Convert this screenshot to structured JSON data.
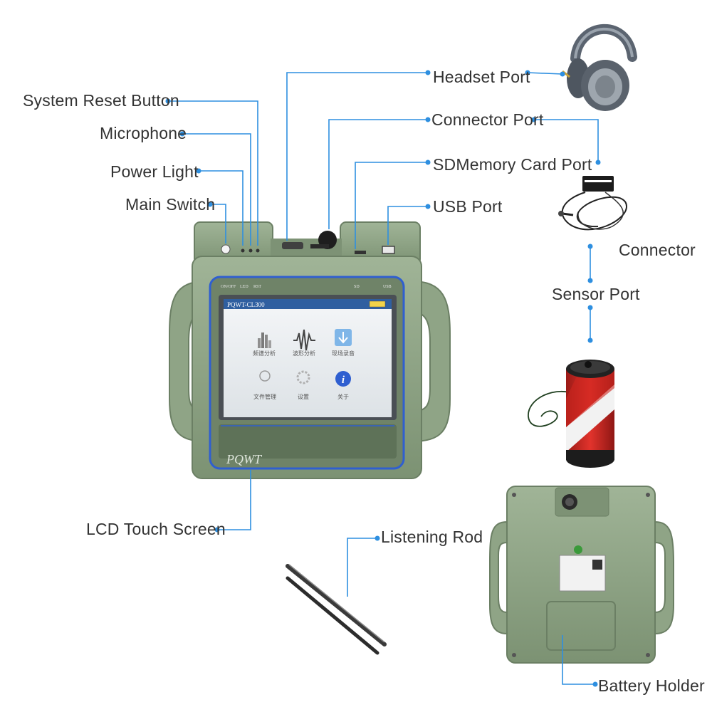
{
  "device": {
    "brand_text": "PQWT",
    "screen_title": "PQWT-CL300",
    "panel_labels": {
      "on_off": "ON/OFF",
      "led": "LED",
      "rst": "RST",
      "sd": "SD",
      "usb": "USB"
    },
    "app_icons": [
      {
        "icon": "spectrum-bars-icon",
        "label": "频谱分析"
      },
      {
        "icon": "waveform-icon",
        "label": "波形分析"
      },
      {
        "icon": "record-icon",
        "label": "现场录音"
      },
      {
        "icon": "file-icon",
        "label": "文件管理"
      },
      {
        "icon": "gear-icon",
        "label": "设置"
      },
      {
        "icon": "info-icon",
        "label": "关于"
      }
    ]
  },
  "callouts": {
    "system_reset_button": "System Reset Button",
    "microphone": "Microphone",
    "power_light": "Power Light",
    "main_switch": "Main Switch",
    "headset_port": "Headset Port",
    "connector_port": "Connector Port",
    "sdmemory_card_port": "SDMemory Card Port",
    "usb_port": "USB Port",
    "connector": "Connector",
    "sensor_port": "Sensor Port",
    "lcd_touch_screen": "LCD Touch Screen",
    "listening_rod": "Listening Rod",
    "battery_holder": "Battery Holder"
  },
  "colors": {
    "callout_line": "#2e8fe0",
    "device_body": "#8fa486",
    "screen_bezel": "#2f5fd0",
    "screen_bg": "#eef1f3"
  }
}
